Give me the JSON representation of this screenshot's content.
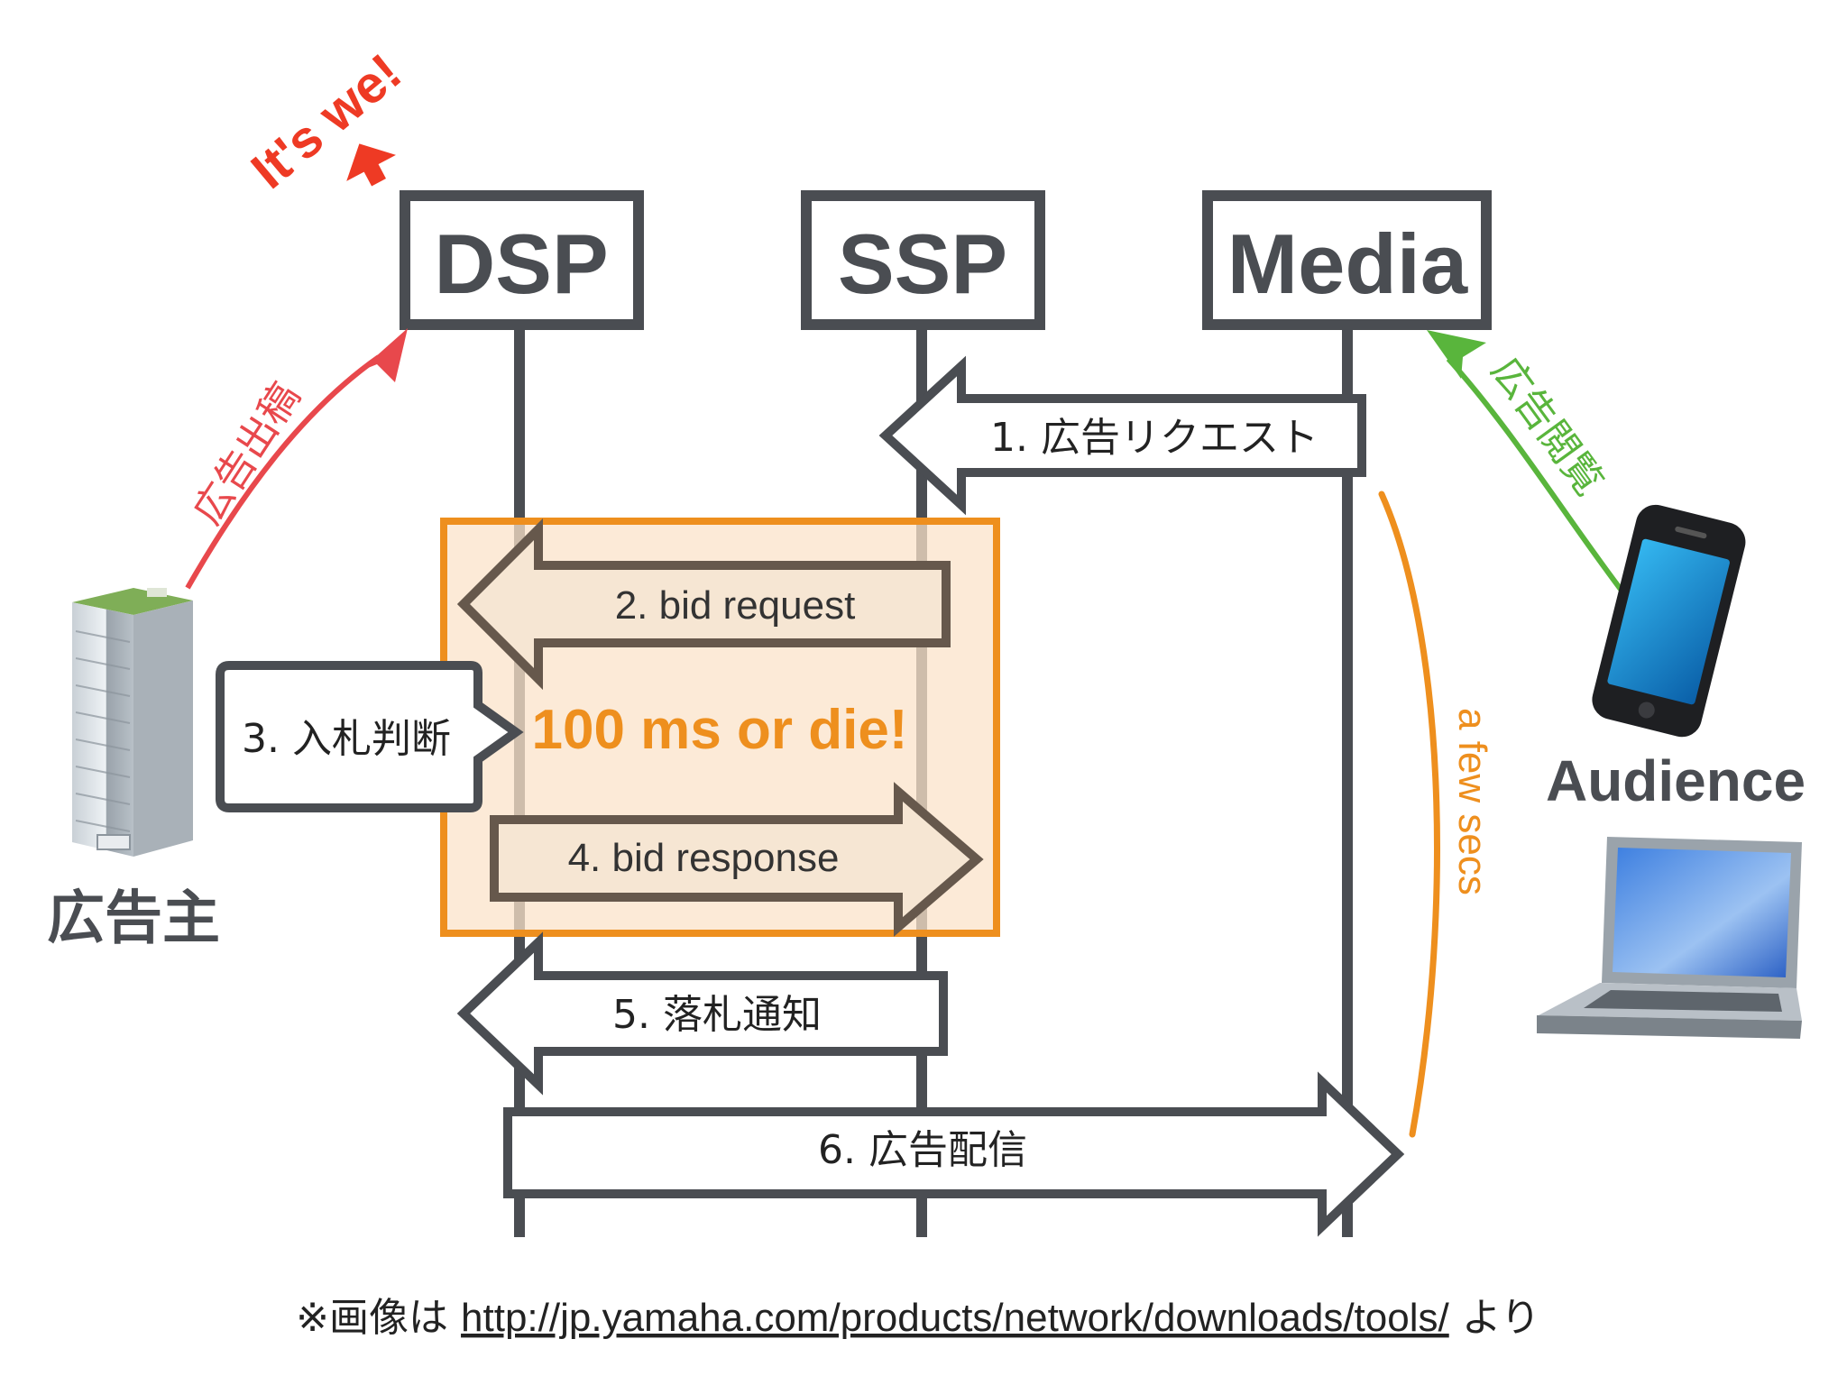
{
  "participants": {
    "dsp": "DSP",
    "ssp": "SSP",
    "media": "Media"
  },
  "callout": {
    "its_we": "It's we!"
  },
  "side_labels": {
    "advertiser": "広告主",
    "audience": "Audience",
    "ad_placement": "広告出稿",
    "ad_view": "広告閲覧"
  },
  "messages": {
    "m1": "1. 広告リクエスト",
    "m2": "2. bid request",
    "m3": "3. 入札判断",
    "m4": "4. bid response",
    "m5": "5. 落札通知",
    "m6": "6. 広告配信"
  },
  "highlight": {
    "text": "100 ms or die!"
  },
  "duration": {
    "text": "a few secs"
  },
  "footer": {
    "prefix": "※画像は ",
    "link": "http://jp.yamaha.com/products/network/downloads/tools/",
    "suffix": " より"
  },
  "colors": {
    "dark_gray": "#4a4d52",
    "orange": "#ee8f1e",
    "orange_fill": "#fbe3c9",
    "red": "#ee3a24",
    "pink_red": "#e8484c",
    "green": "#59b53c",
    "arrow_label_box_border": "#66584c"
  },
  "icons": {
    "advertiser": "office-building-icon",
    "smartphone": "smartphone-icon",
    "laptop": "laptop-icon"
  }
}
